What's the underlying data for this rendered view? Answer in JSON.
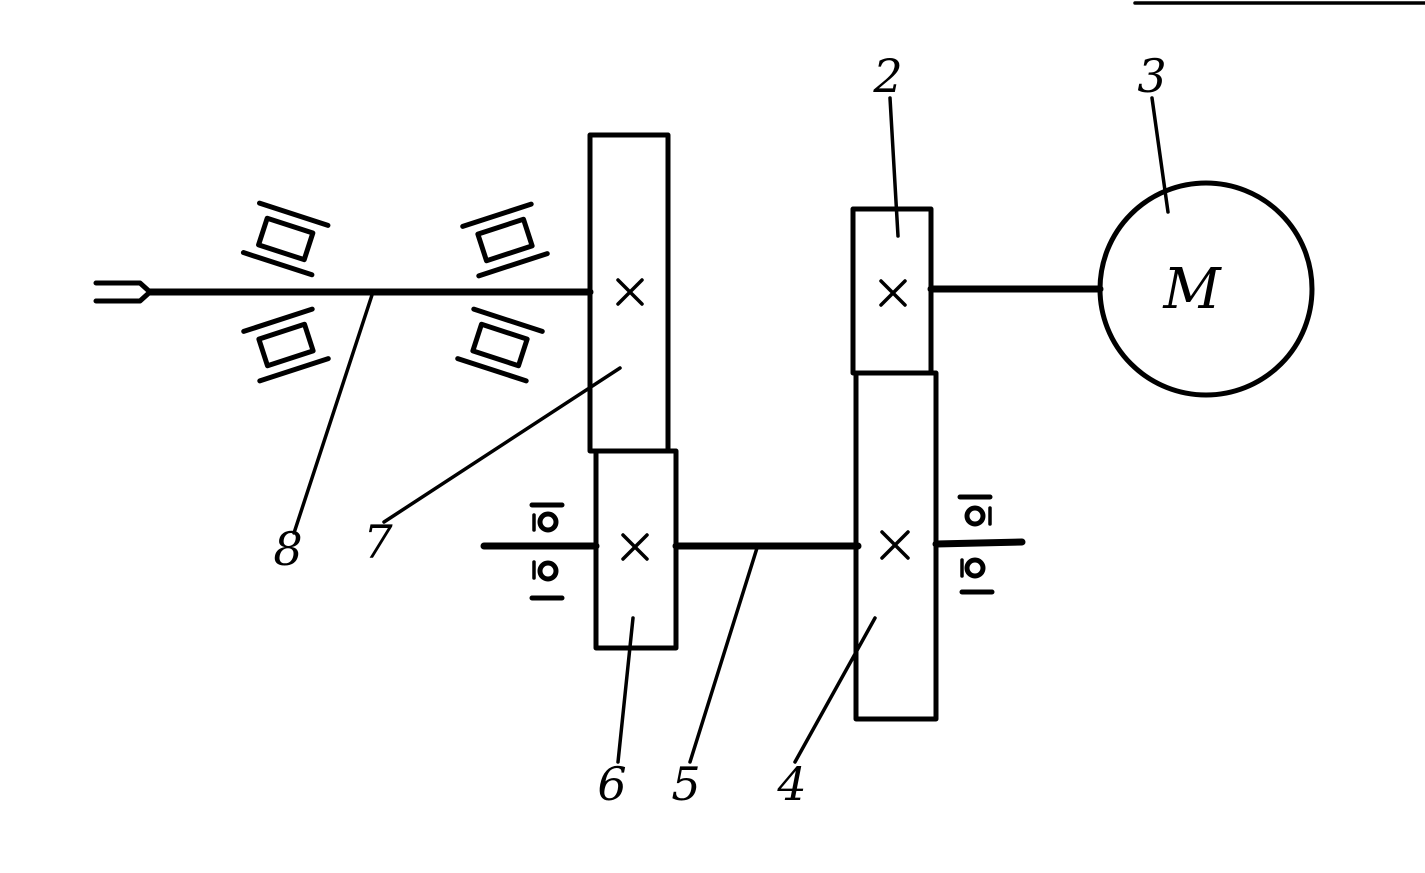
{
  "labels": {
    "n2": "2",
    "n3": "3",
    "n4": "4",
    "n5": "5",
    "n6": "6",
    "n7": "7",
    "n8": "8",
    "motor": "M"
  },
  "colors": {
    "ink": "#000000",
    "paper": "#ffffff"
  }
}
